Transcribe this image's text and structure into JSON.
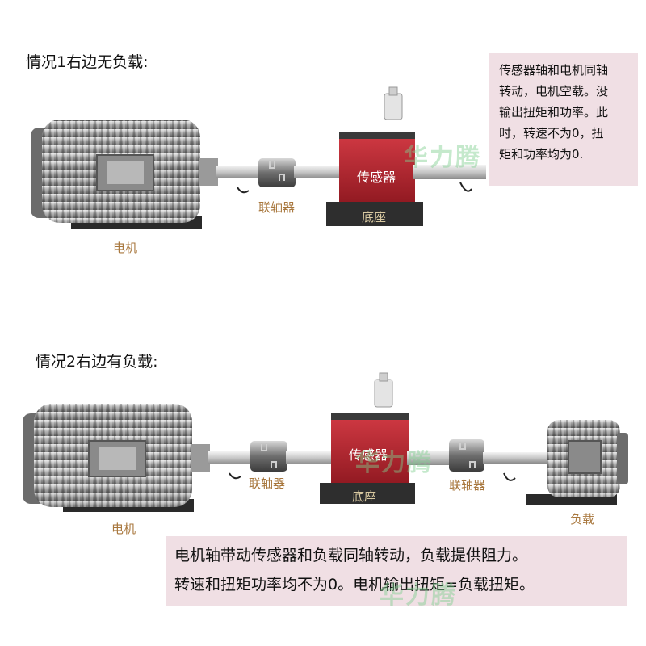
{
  "case1": {
    "title": "情况1右边无负载:",
    "note_lines": [
      "传感器轴和电机同轴",
      "转动，电机空载。没",
      "输出扭矩和功率。此",
      "时，转速不为0，扭",
      "矩和功率均为0."
    ],
    "labels": {
      "coupling": "联轴器",
      "sensor": "传感器",
      "base": "底座",
      "motor": "电机"
    }
  },
  "case2": {
    "title": "情况2右边有负载:",
    "note_lines": [
      "电机轴带动传感器和负载同轴转动，负载提供阻力。",
      "转速和扭矩功率均不为0。电机输出扭矩=负载扭矩。"
    ],
    "labels": {
      "coupling_left": "联轴器",
      "coupling_right": "联轴器",
      "sensor": "传感器",
      "base": "底座",
      "motor": "电机",
      "load": "负载"
    }
  },
  "watermark": "华力腾",
  "colors": {
    "sensor_red": "#b3202a",
    "base_dark": "#2e2e2e",
    "label_tan": "#a8773d",
    "note_bg": "#f0dfe4"
  }
}
